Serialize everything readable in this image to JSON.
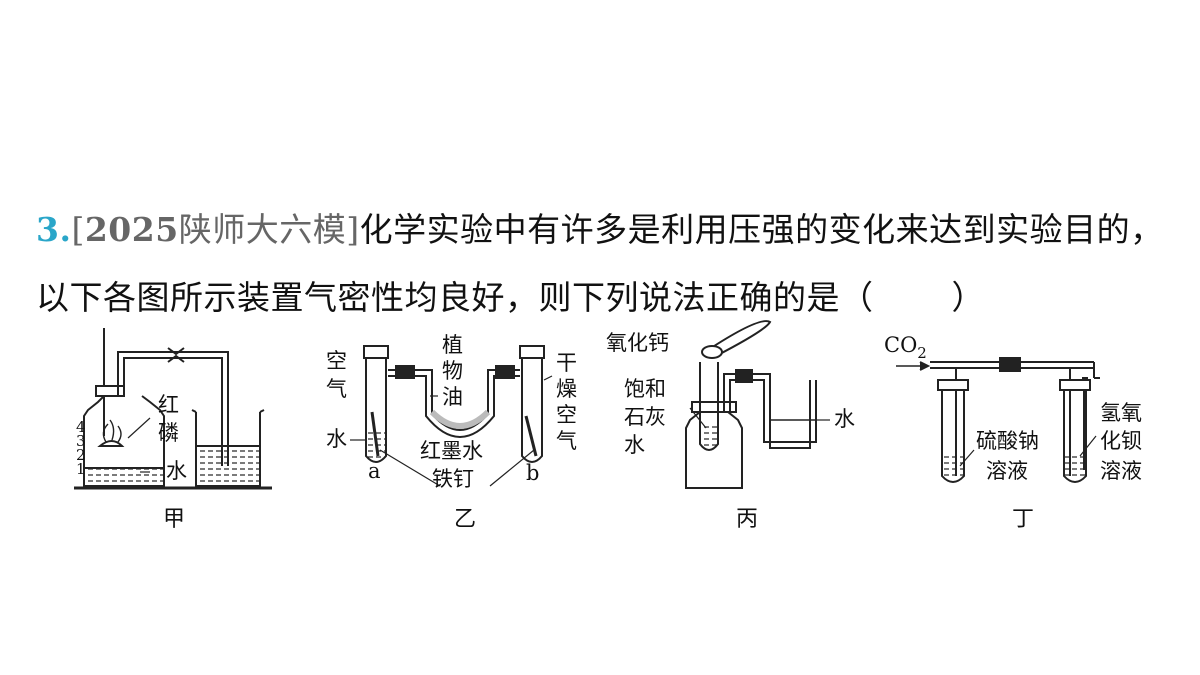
{
  "question": {
    "number": "3.",
    "source_open": "[",
    "source_year": "2025",
    "source_name": "陕师大六模",
    "source_close": "]",
    "line1": "化学实验中有许多是利用压强的变化来达到实验目的，",
    "line2": "以下各图所示装置气密性均良好，则下列说法正确的是",
    "paren_open": "（",
    "paren_close": "）"
  },
  "figures": {
    "jia": {
      "caption": "甲",
      "label_red": "红",
      "label_phos": "磷",
      "label_water": "水",
      "scale": [
        "4",
        "3",
        "2",
        "1"
      ]
    },
    "yi": {
      "caption": "乙",
      "left_air_1": "空",
      "left_air_2": "气",
      "left_water": "水",
      "tube_a": "a",
      "tube_b": "b",
      "oil_1": "植",
      "oil_2": "物",
      "oil_3": "油",
      "red_ink": "红墨水",
      "nail": "铁钉",
      "dry_1": "干",
      "dry_2": "燥",
      "dry_3": "空",
      "dry_4": "气"
    },
    "bing": {
      "caption": "丙",
      "cao": "氧化钙",
      "lime_1": "饱和",
      "lime_2": "石灰",
      "lime_3": "水",
      "water": "水"
    },
    "ding": {
      "caption": "丁",
      "co2": "CO",
      "co2_sub": "2",
      "na2so4_1": "硫酸钠",
      "na2so4_2": "溶液",
      "baoh_1": "氢氧",
      "baoh_2": "化钡",
      "baoh_3": "溶液"
    }
  }
}
